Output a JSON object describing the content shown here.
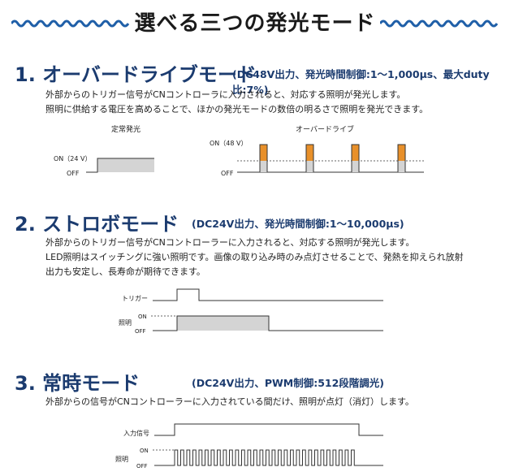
{
  "header": {
    "title": "選べる三つの発光モード"
  },
  "sections": [
    {
      "heading": "1. オーバードライブモード",
      "subheading": "(DC48V出力、発光時間制御:1～1,000µs、最大duty比:7%)",
      "lines": [
        "外部からのトリガー信号がCNコントローラに入力されると、対応する照明が発光します。",
        "照明に供給する電圧を高めることで、ほかの発光モードの数倍の明るさで照明を発光できます。"
      ],
      "diagram": {
        "left_title": "定常発光",
        "right_title": "オーバードライブ",
        "left_on": "ON（24 V）",
        "left_off": "OFF",
        "right_on": "ON（48 V）",
        "right_off": "OFF"
      }
    },
    {
      "heading": "2. ストロボモード",
      "subheading": "(DC24V出力、発光時間制御:1～10,000µs)",
      "lines": [
        "外部からのトリガー信号がCNコントローラーに入力されると、対応する照明が発光します。",
        "LED照明はスイッチングに強い照明です。画像の取り込み時のみ点灯させることで、発熱を抑えられ放射",
        "出力も安定し、長寿命が期待できます。"
      ],
      "diagram": {
        "trigger_label": "トリガー",
        "light_label": "照明",
        "on": "ON",
        "off": "OFF"
      }
    },
    {
      "heading": "3. 常時モード",
      "subheading": "(DC24V出力、PWM制御:512段階調光)",
      "lines": [
        "外部からの信号がCNコントローラーに入力されている間だけ、照明が点灯（消灯）します。"
      ],
      "diagram": {
        "input_label": "入力信号",
        "light_label": "照明",
        "on": "ON",
        "off": "OFF"
      }
    }
  ],
  "colors": {
    "heading": "#1b3b6f",
    "wave": "#1f5fa8",
    "pulse_orange": "#e8902a",
    "pulse_gray": "#d4d4d4"
  }
}
